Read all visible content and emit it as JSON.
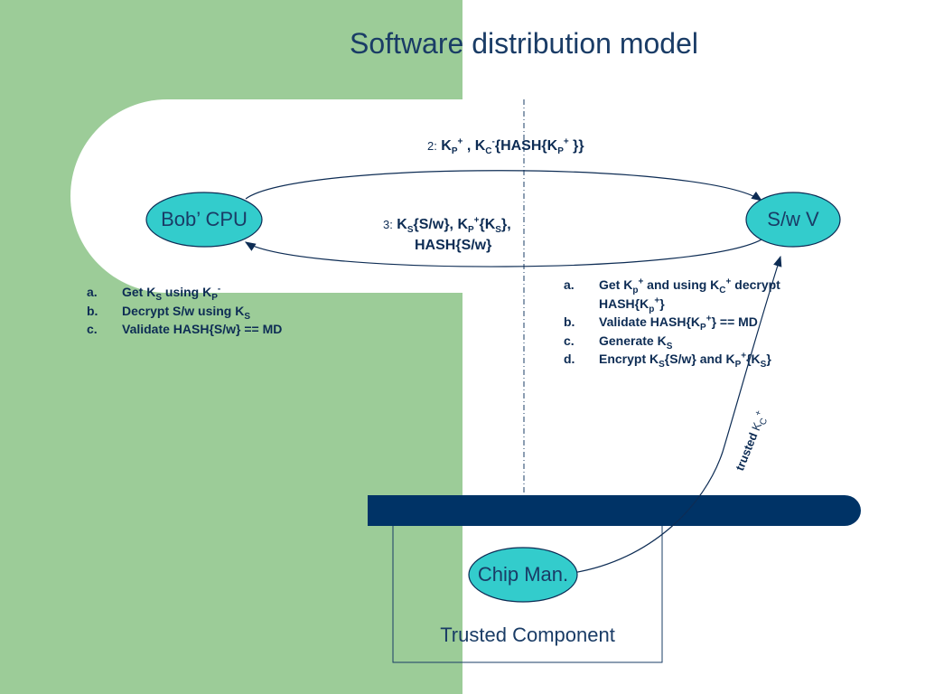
{
  "title": "Software distribution model",
  "nodes": {
    "bob": "Bob’ CPU",
    "swv": "S/w V",
    "chip": "Chip Man."
  },
  "trusted_component": "Trusted Component",
  "messages": {
    "m2": {
      "num": "2:",
      "t1": "K",
      "s1": "P",
      "p1": "+",
      "t2": " , K",
      "s2": "C",
      "p2": "-",
      "t3": "{HASH{K",
      "s3": "P",
      "p3": "+",
      "t4": " }}"
    },
    "m3": {
      "num": "3:",
      "t1": "K",
      "s1": "S",
      "t2": "{S/w}, K",
      "s2": "P",
      "p2": "+",
      "t3": "{K",
      "s3": "S",
      "t4": "},",
      "line2": "HASH{S/w}"
    },
    "trusted_label": {
      "t1": "trusted",
      "t2": " K",
      "s2": "C",
      "p2": "+"
    }
  },
  "bob_steps": [
    {
      "label": "a.",
      "t1": "Get K",
      "s1": "S",
      "t2": " using K",
      "s2": "P",
      "p2": "-"
    },
    {
      "label": "b.",
      "t1": "Decrypt S/w using K",
      "s1": "S"
    },
    {
      "label": "c.",
      "t1": "Validate HASH{S/w} == MD"
    }
  ],
  "sw_steps": [
    {
      "label": "a.",
      "t1": "Get K",
      "s1": "p",
      "p1": "+",
      "t2": " and using K",
      "s2": "C",
      "p2": "+",
      "t3": " decrypt",
      "line2": "HASH{K",
      "l2s": "p",
      "l2p": "+",
      "l2t": "}"
    },
    {
      "label": "b.",
      "t1": "Validate HASH{K",
      "s1": "P",
      "p1": "+",
      "t2": "} == MD"
    },
    {
      "label": "c.",
      "t1": "Generate K",
      "s1": "S"
    },
    {
      "label": "d.",
      "t1": "Encrypt K",
      "s1": "S",
      "t2": "{S/w} and K",
      "s2": "P",
      "p2": "+",
      "t3": "{K",
      "s3": "S",
      "t4": "}"
    }
  ],
  "colors": {
    "green_panel": "#9ccc98",
    "navy_bar": "#003366",
    "node_fill": "#33cccc",
    "text_dark": "#0d2c54",
    "title": "#1a3c66"
  }
}
